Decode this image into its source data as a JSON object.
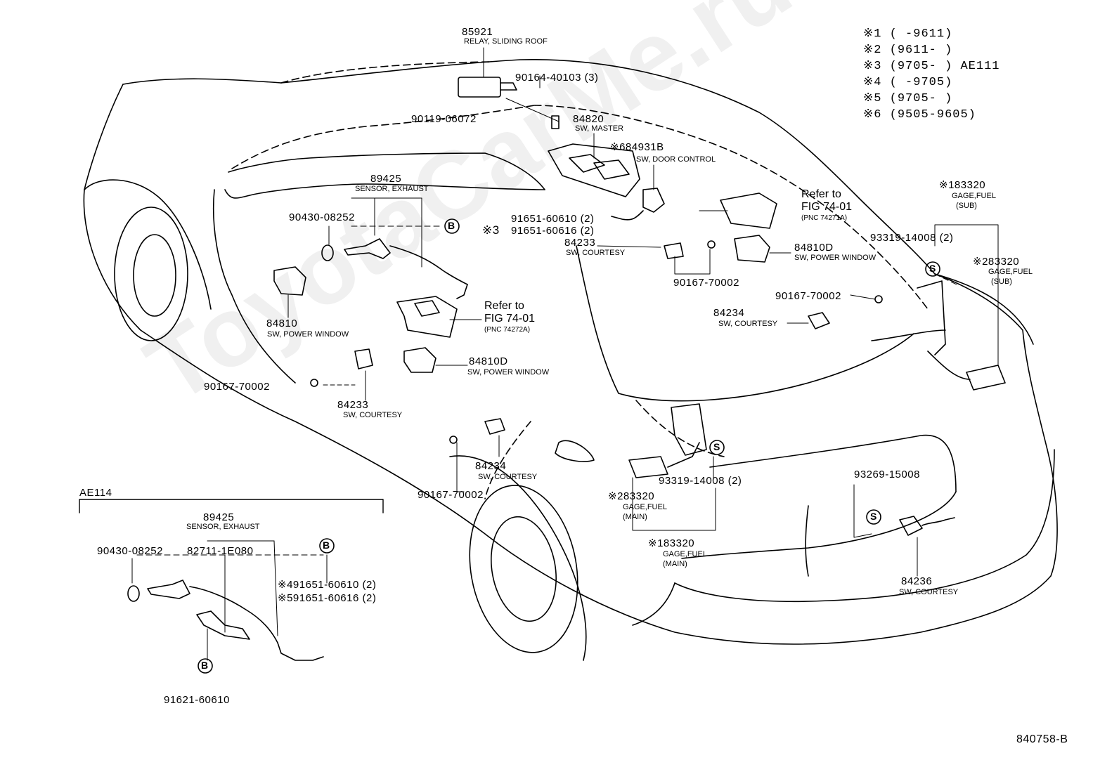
{
  "watermark": "ToyotaCarMe.ru",
  "figure_code": "840758-B",
  "notes": [
    {
      "mark": "※1",
      "range": "(      -9611)"
    },
    {
      "mark": "※2",
      "range": "(9611-      )"
    },
    {
      "mark": "※3",
      "range": "(9705-      ) AE111"
    },
    {
      "mark": "※4",
      "range": "(      -9705)"
    },
    {
      "mark": "※5",
      "range": "(9705-      )"
    },
    {
      "mark": "※6",
      "range": "(9505-9605)"
    }
  ],
  "labels": {
    "relay_pn": "85921",
    "relay_nm": "RELAY, SLIDING ROOF",
    "screw_40103": "90164-40103 (3)",
    "screw_06072": "90119-06072",
    "master_pn": "84820",
    "master_nm": "SW, MASTER",
    "doorctl_pn": "※684931B",
    "doorctl_nm": "SW, DOOR CONTROL",
    "exh_pn": "89425",
    "exh_nm": "SENSOR, EXHAUST",
    "gasket_08252": "90430-08252",
    "circle_b": "B",
    "circle_s": "S",
    "note3_mark": "※3",
    "pn_60610": "91651-60610 (2)",
    "pn_60616": "91651-60616 (2)",
    "pw_left_pn": "84810",
    "pw_left_nm": "SW, POWER WINDOW",
    "ref1_a": "Refer to",
    "ref1_b": "FIG 74-01",
    "ref1_c": "(PNC 74272A)",
    "courtesy_front_pn": "84233",
    "courtesy_front_nm": "SW, COURTESY",
    "pw_mid_pn": "84810D",
    "pw_mid_nm": "SW, POWER WINDOW",
    "bolt_70002_left": "90167-70002",
    "courtesy_left_pn": "84233",
    "courtesy_left_nm": "SW, COURTESY",
    "courtesy_rear_left_pn": "84234",
    "courtesy_rear_left_nm": "SW, COURTESY",
    "bolt_70002_bottom": "90167-70002",
    "bolt_70002_mid": "90167-70002",
    "ref2_a": "Refer to",
    "ref2_b": "FIG 74-01",
    "ref2_c": "(PNC 74271A)",
    "pw_right_pn": "84810D",
    "pw_right_nm": "SW, POWER WINDOW",
    "bolt_70002_right": "90167-70002",
    "courtesy_rear_right_pn": "84234",
    "courtesy_rear_right_nm": "SW, COURTESY",
    "gage_sub1_pn": "※183320",
    "gage_sub1_nm": "GAGE,FUEL",
    "gage_sub1_sub": "(SUB)",
    "screw_14008_top": "93319-14008 (2)",
    "gage_sub2_pn": "※283320",
    "gage_sub2_nm": "GAGE,FUEL",
    "gage_sub2_sub": "(SUB)",
    "screw_14008_bottom": "93319-14008 (2)",
    "gage_main2_pn": "※283320",
    "gage_main2_nm": "GAGE,FUEL",
    "gage_main2_sub": "(MAIN)",
    "gage_main1_pn": "※183320",
    "gage_main1_nm": "GAGE,FUEL",
    "gage_main1_sub": "(MAIN)",
    "screw_15008": "93269-15008",
    "trunk_pn": "84236",
    "trunk_nm": "SW, COURTESY",
    "ae114": "AE114",
    "inset_exh_pn": "89425",
    "inset_exh_nm": "SENSOR, EXHAUST",
    "inset_gasket": "90430-08252",
    "inset_1e080": "82711-1E080",
    "inset_60610": "※491651-60610 (2)",
    "inset_60616": "※591651-60616 (2)",
    "inset_60610b": "91621-60610"
  }
}
